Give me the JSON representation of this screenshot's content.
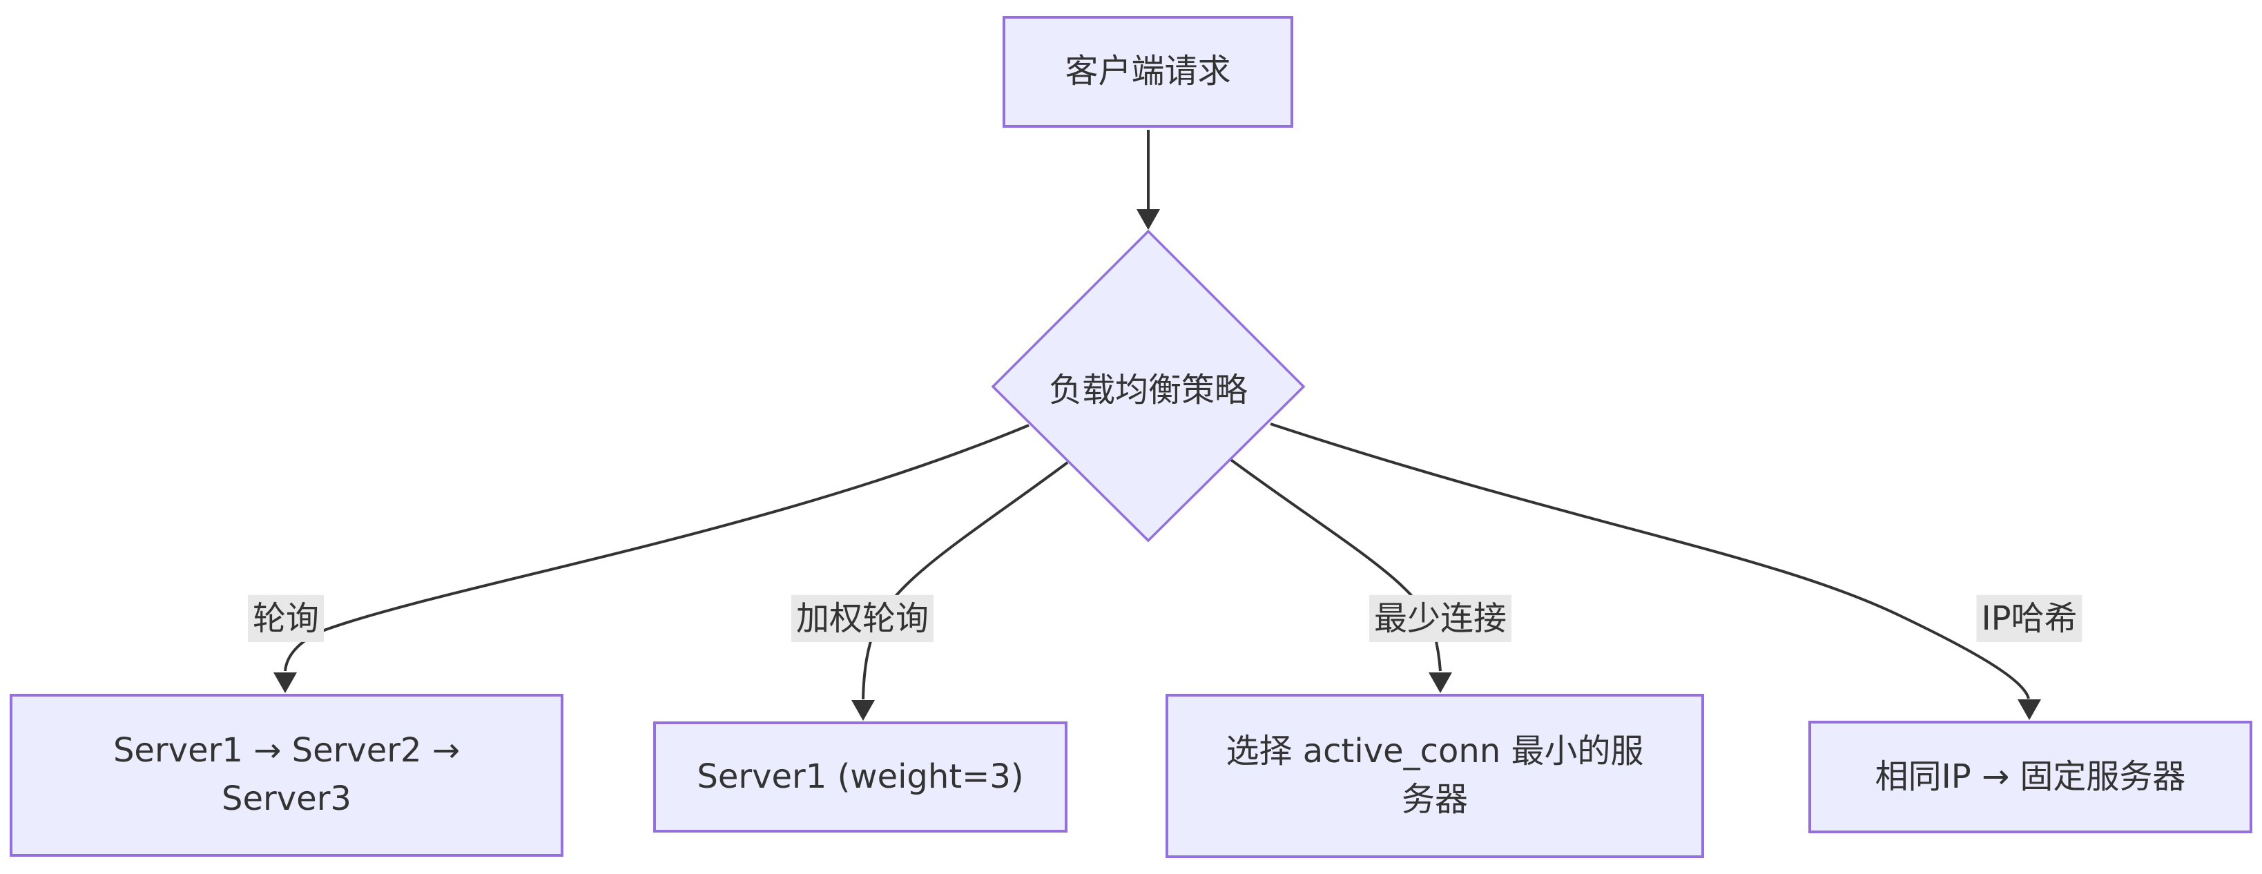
{
  "diagram": {
    "type": "flowchart",
    "direction": "top-down",
    "colors": {
      "node_fill": "#ECECFF",
      "node_border": "#9370DB",
      "edge_line": "#333333",
      "edge_label_bg": "#e8e8e8",
      "text": "#333333",
      "background": "#ffffff"
    },
    "nodes": {
      "client": {
        "label": "客户端请求"
      },
      "decision": {
        "label": "负载均衡策略",
        "shape": "diamond"
      },
      "round_robin": {
        "label": "Server1 → Server2 → Server3",
        "line1": "Server1 → Server2 →",
        "line2": "Server3"
      },
      "weighted": {
        "label": "Server1 (weight=3)"
      },
      "least_conn": {
        "label": "选择 active_conn 最小的服务器",
        "line1": "选择 active_conn 最小的服",
        "line2": "务器"
      },
      "ip_hash": {
        "label": "相同IP → 固定服务器"
      }
    },
    "edges": [
      {
        "from": "client",
        "to": "decision",
        "label": ""
      },
      {
        "from": "decision",
        "to": "round_robin",
        "label": "轮询"
      },
      {
        "from": "decision",
        "to": "weighted",
        "label": "加权轮询"
      },
      {
        "from": "decision",
        "to": "least_conn",
        "label": "最少连接"
      },
      {
        "from": "decision",
        "to": "ip_hash",
        "label": "IP哈希"
      }
    ]
  }
}
